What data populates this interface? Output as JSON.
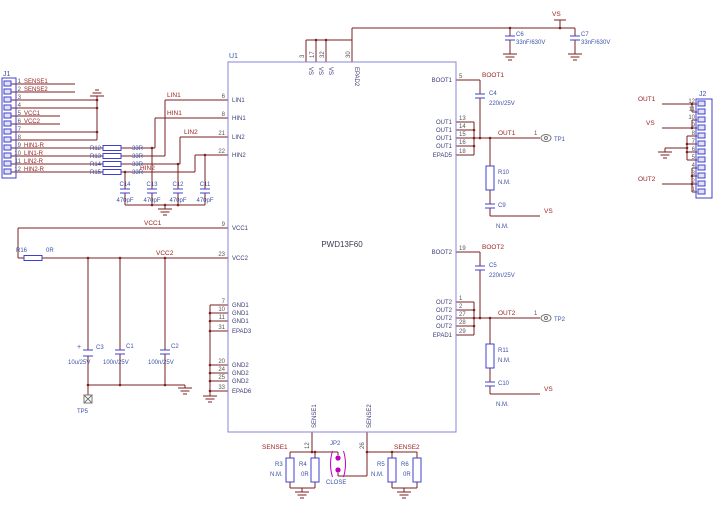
{
  "colors": {
    "wire": "#7a2121",
    "net_text": "#9b2423",
    "component": "#4040cc",
    "component_text": "#3d52a6",
    "ic_outline": "#8585d6",
    "jumper": "#bf00bf",
    "testpoint": "#777777"
  },
  "ic": {
    "ref": "U1",
    "part": "PWD13F60",
    "top_pins": [
      {
        "num": "3",
        "name": "VS"
      },
      {
        "num": "17",
        "name": "VS"
      },
      {
        "num": "32",
        "name": "VS"
      },
      {
        "num": "30",
        "name": "EPAD2"
      }
    ],
    "left_pins": [
      {
        "num": "6",
        "name": "LIN1"
      },
      {
        "num": "8",
        "name": "HIN1"
      },
      {
        "num": "21",
        "name": "LIN2"
      },
      {
        "num": "22",
        "name": "HIN2"
      },
      {
        "num": "9",
        "name": "VCC1"
      },
      {
        "num": "23",
        "name": "VCC2"
      },
      {
        "num": "7",
        "name": "GND1"
      },
      {
        "num": "10",
        "name": "GND1"
      },
      {
        "num": "11",
        "name": "GND1"
      },
      {
        "num": "31",
        "name": "EPAD3"
      },
      {
        "num": "20",
        "name": "GND2"
      },
      {
        "num": "24",
        "name": "GND2"
      },
      {
        "num": "25",
        "name": "GND2"
      },
      {
        "num": "33",
        "name": "EPAD6"
      }
    ],
    "right_pins": [
      {
        "num": "5",
        "name": "BOOT1"
      },
      {
        "num": "13",
        "name": "OUT1"
      },
      {
        "num": "14",
        "name": "OUT1"
      },
      {
        "num": "15",
        "name": "OUT1"
      },
      {
        "num": "16",
        "name": "OUT1"
      },
      {
        "num": "18",
        "name": "EPAD5"
      },
      {
        "num": "19",
        "name": "BOOT2"
      },
      {
        "num": "1",
        "name": "OUT2"
      },
      {
        "num": "2",
        "name": "OUT2"
      },
      {
        "num": "27",
        "name": "OUT2"
      },
      {
        "num": "28",
        "name": "OUT2"
      },
      {
        "num": "29",
        "name": "EPAD1"
      }
    ],
    "bottom_pins": [
      {
        "num": "12",
        "name": "SENSE1"
      },
      {
        "num": "26",
        "name": "SENSE2"
      }
    ]
  },
  "j1": {
    "ref": "J1",
    "pins": [
      {
        "num": "1",
        "net": "SENSE1"
      },
      {
        "num": "2",
        "net": "SENSE2"
      },
      {
        "num": "3",
        "net": ""
      },
      {
        "num": "4",
        "net": ""
      },
      {
        "num": "5",
        "net": "VCC1"
      },
      {
        "num": "6",
        "net": "VCC2"
      },
      {
        "num": "7",
        "net": ""
      },
      {
        "num": "8",
        "net": ""
      },
      {
        "num": "9",
        "net": "HIN1-R"
      },
      {
        "num": "10",
        "net": "LIN1-R"
      },
      {
        "num": "11",
        "net": "LIN2-R"
      },
      {
        "num": "12",
        "net": "HIN2-R"
      }
    ]
  },
  "j2": {
    "ref": "J2",
    "pin_numbers": [
      "12",
      "11",
      "10",
      "9",
      "8",
      "7",
      "6",
      "5",
      "4",
      "3",
      "2",
      "1"
    ]
  },
  "components": {
    "C6": {
      "ref": "C6",
      "value": "33nF/630V"
    },
    "C7": {
      "ref": "C7",
      "value": "33nF/630V"
    },
    "C4": {
      "ref": "C4",
      "value": "220n/25V"
    },
    "C5": {
      "ref": "C5",
      "value": "220n/25V"
    },
    "C9": {
      "ref": "C9",
      "value": "N.M."
    },
    "C10": {
      "ref": "C10",
      "value": "N.M."
    },
    "R10": {
      "ref": "R10",
      "value": "N.M."
    },
    "R11": {
      "ref": "R11",
      "value": "N.M."
    },
    "R12": {
      "ref": "R12",
      "value": "33R"
    },
    "R13": {
      "ref": "R13",
      "value": "33R"
    },
    "R14": {
      "ref": "R14",
      "value": "33R"
    },
    "R15": {
      "ref": "R15",
      "value": "33R"
    },
    "R16": {
      "ref": "R16",
      "value": "0R"
    },
    "R3": {
      "ref": "R3",
      "value": "N.M."
    },
    "R4": {
      "ref": "R4",
      "value": "0R"
    },
    "R5": {
      "ref": "R5",
      "value": "N.M."
    },
    "R6": {
      "ref": "R6",
      "value": "0R"
    },
    "C14": {
      "ref": "C14",
      "value": "470pF"
    },
    "C13": {
      "ref": "C13",
      "value": "470pF"
    },
    "C12": {
      "ref": "C12",
      "value": "470pF"
    },
    "C11": {
      "ref": "C11",
      "value": "470pF"
    },
    "C3": {
      "ref": "C3",
      "value": "10u/25V",
      "polarity": "+"
    },
    "C1": {
      "ref": "C1",
      "value": "100n/25V"
    },
    "C2": {
      "ref": "C2",
      "value": "100n/25V"
    },
    "JP2": {
      "ref": "JP2",
      "value": "CLOSE"
    },
    "TP1": {
      "ref": "TP1",
      "pin": "1"
    },
    "TP2": {
      "ref": "TP2",
      "pin": "1"
    },
    "TP5": {
      "ref": "TP5"
    }
  },
  "net_labels": {
    "vs_top": "VS",
    "boot1": "BOOT1",
    "out1_node": "OUT1",
    "vs_snubber1": "VS",
    "boot2": "BOOT2",
    "out2_node": "OUT2",
    "vs_snubber2": "VS",
    "vcc1": "VCC1",
    "vcc2": "VCC2",
    "lin1": "LIN1",
    "hin1": "HIN1",
    "lin2": "LIN2",
    "hin2": "HIN2",
    "sense1": "SENSE1",
    "sense2": "SENSE2",
    "j2_out1": "OUT1",
    "j2_vs": "VS",
    "j2_out2": "OUT2"
  }
}
